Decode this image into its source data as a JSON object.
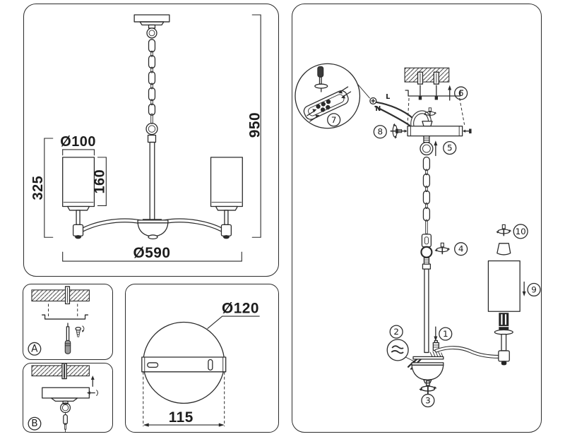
{
  "drawing": {
    "overview": {
      "shade_diameter": "Ø100",
      "shade_height": "160",
      "fixture_height": "325",
      "overall_height": "950",
      "overall_diameter": "Ø590"
    },
    "canopy_plate": {
      "diameter": "Ø120",
      "mount_spacing": "115"
    },
    "steps": {
      "a": "A",
      "b": "B"
    },
    "assembly": {
      "wires": {
        "live": "L",
        "neutral": "N"
      },
      "callouts": [
        "1",
        "2",
        "3",
        "4",
        "5",
        "6",
        "7",
        "8",
        "9",
        "10"
      ]
    }
  }
}
